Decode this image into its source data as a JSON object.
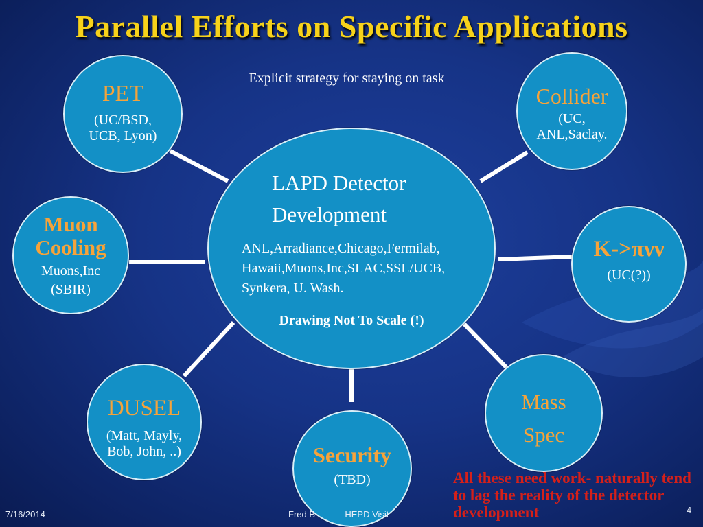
{
  "slide": {
    "title": "Parallel Efforts on Specific Applications",
    "subtitle": "Explicit strategy for  staying on task",
    "center": {
      "title_line1": "LAPD Detector",
      "title_line2": "Development",
      "collaborators_line1": "ANL,Arradiance,Chicago,Fermilab,",
      "collaborators_line2": "Hawaii,Muons,Inc,SLAC,SSL/UCB,",
      "collaborators_line3": "Synkera, U. Wash.",
      "note": "Drawing Not To Scale (!)"
    },
    "nodes": {
      "pet": {
        "title": "PET",
        "line1": "(UC/BSD,",
        "line2": "UCB, Lyon)"
      },
      "collider": {
        "title": "Collider",
        "line1": "(UC,",
        "line2": "ANL,Saclay."
      },
      "muon": {
        "title_line1": "Muon",
        "title_line2": "Cooling",
        "line1": "Muons,Inc",
        "line2": "(SBIR)"
      },
      "kpinn": {
        "title": "K->πνν",
        "line1": "(UC(?))"
      },
      "dusel": {
        "title": "DUSEL",
        "line1": "(Matt, Mayly,",
        "line2": "Bob, John, ..)"
      },
      "security": {
        "title": "Security",
        "line1": "(TBD)"
      },
      "massspec": {
        "title_line1": "Mass",
        "title_line2": "Spec"
      }
    },
    "callout": "All these need work- naturally tend to lag the reality of  the detector development",
    "footer": {
      "date": "7/16/2014",
      "center_text": "Fred B            HEPD Visit",
      "page": "4"
    },
    "colors": {
      "title": "#f7d21a",
      "node_title": "#f6a33a",
      "circle_fill": "#1390c6",
      "callout": "#d4201a"
    }
  }
}
